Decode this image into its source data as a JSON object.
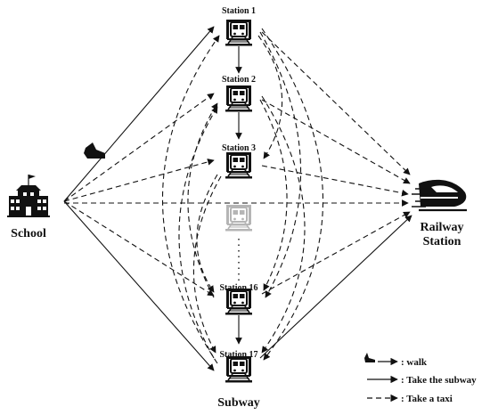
{
  "nodes": {
    "school": {
      "label": "School"
    },
    "railway": {
      "label_line1": "Railway",
      "label_line2": "Station"
    },
    "subway": {
      "label": "Subway"
    },
    "station1": {
      "label": "Station 1"
    },
    "station2": {
      "label": "Station 2"
    },
    "station3": {
      "label": "Station 3"
    },
    "station16": {
      "label": "Station 16"
    },
    "station17": {
      "label": "Station 17"
    }
  },
  "legend": {
    "walk": ": walk",
    "subway": ": Take the subway",
    "taxi": ": Take a taxi"
  },
  "colors": {
    "line": "#111111",
    "faded_station": "#b5b5b5"
  },
  "icons": {
    "school": "school-building-icon",
    "train": "subway-train-icon",
    "bullet_train": "bullet-train-icon",
    "walk": "boot-icon"
  }
}
